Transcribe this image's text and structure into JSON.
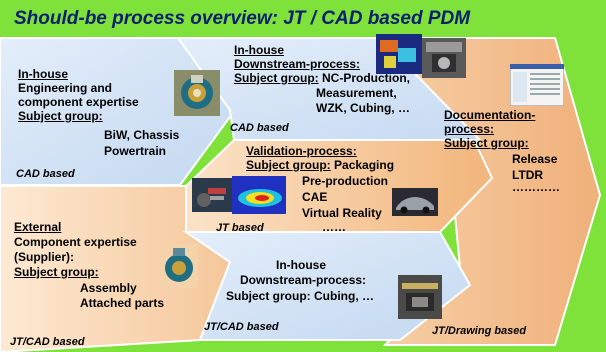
{
  "title": "Should-be process overview:  JT / CAD based PDM",
  "colors": {
    "background_green": "#7ee23b",
    "panel_blue": "#cfe0f4",
    "panel_orange": "#f3c08c",
    "title_text": "#0b1f6e"
  },
  "panels": {
    "inhouse_engineering": {
      "heading": "In-house",
      "line1": "Engineering and",
      "line2": "component expertise",
      "subject_label": "Subject group:",
      "items": [
        "BiW, Chassis",
        "Powertrain"
      ],
      "footer": "CAD based",
      "image_icon": "engine-assembly-image"
    },
    "inhouse_downstream_top": {
      "heading": "In-house",
      "line1": "Downstream-process:",
      "subject_label": "Subject group:",
      "first_item": "NC-Production,",
      "items": [
        "Measurement,",
        "WZK, Cubing, …"
      ],
      "footer": "CAD based",
      "image_icon": "cad-screens-image"
    },
    "documentation": {
      "heading": "Documentation-",
      "line1": "process:",
      "subject_label": "Subject group:",
      "items": [
        "Release",
        "LTDR",
        "…………"
      ],
      "footer": "JT/Drawing based",
      "image_icon": "software-window-image"
    },
    "validation": {
      "heading": "Validation-process:",
      "subject_label": "Subject group:",
      "first_item": "Packaging",
      "items": [
        "Pre-production",
        "CAE",
        "Virtual Reality",
        "……"
      ],
      "footer": "JT based",
      "image_icon": "simulation-car-image"
    },
    "external": {
      "heading": "External",
      "line1": "Component expertise",
      "line2": "(Supplier):",
      "subject_label": "Subject group:",
      "items": [
        "Assembly",
        "Attached parts"
      ],
      "footer": "JT/CAD based",
      "image_icon": "engine-component-image"
    },
    "inhouse_downstream_bottom": {
      "heading": "In-house",
      "line1": "Downstream-process:",
      "line2": "Subject group:  Cubing, …",
      "footer": "JT/CAD based",
      "image_icon": "cubing-fixture-image"
    }
  }
}
